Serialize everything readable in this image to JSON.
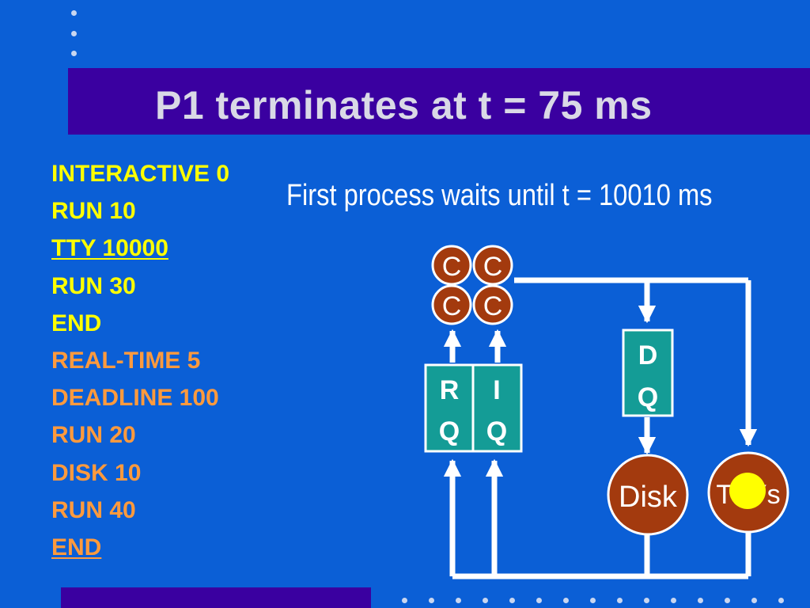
{
  "slide": {
    "title": "P1 terminates at t = 75 ms",
    "caption": "First process waits until t = 10010 ms"
  },
  "code_lines": [
    {
      "text": "INTERACTIVE 0",
      "color": "yellow",
      "underline": false
    },
    {
      "text": "RUN  10",
      "color": "yellow",
      "underline": false
    },
    {
      "text": "TTY  10000",
      "color": "yellow",
      "underline": true
    },
    {
      "text": "RUN  30",
      "color": "yellow",
      "underline": false
    },
    {
      "text": "END",
      "color": "yellow",
      "underline": false
    },
    {
      "text": "REAL-TIME 5",
      "color": "orange",
      "underline": false
    },
    {
      "text": "DEADLINE  100",
      "color": "orange",
      "underline": false
    },
    {
      "text": "RUN  20",
      "color": "orange",
      "underline": false
    },
    {
      "text": "DISK  10",
      "color": "orange",
      "underline": false
    },
    {
      "text": "RUN  40",
      "color": "orange",
      "underline": false
    },
    {
      "text": "END",
      "color": "orange",
      "underline": true
    }
  ],
  "diagram": {
    "cpus": [
      "C",
      "C",
      "C",
      "C"
    ],
    "rq": {
      "line1": "R",
      "line2": "Q"
    },
    "iq": {
      "line1": "I",
      "line2": "Q"
    },
    "dq": {
      "line1": "D",
      "line2": "Q"
    },
    "disk_label": "Disk",
    "ttys_label": "TTYs"
  },
  "colors": {
    "background": "#0b5fd6",
    "band": "#3a00a0",
    "title": "#d9d9e6",
    "yellow_text": "#ffff00",
    "orange_text": "#ff9a3d",
    "cpu_fill": "#a33a0e",
    "queue_fill": "#149c96",
    "token": "#ffff00"
  }
}
